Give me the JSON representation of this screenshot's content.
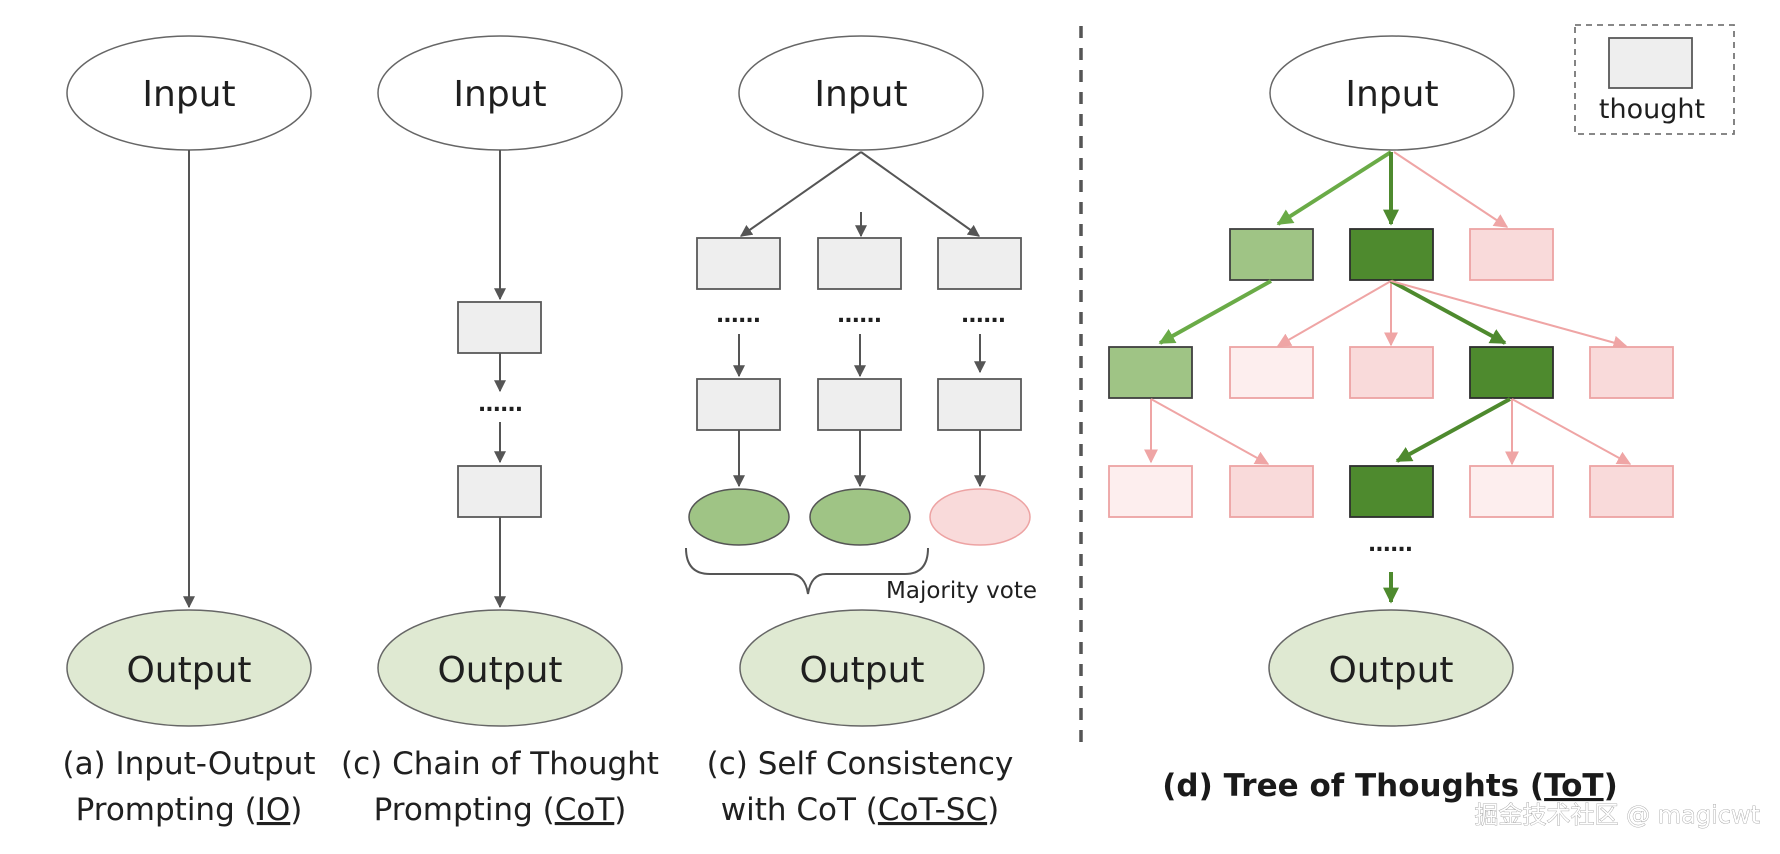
{
  "labels": {
    "input": "Input",
    "output": "Output",
    "dots": "......",
    "majority_vote": "Majority vote",
    "legend_thought": "thought",
    "watermark": "掘金技术社区 @ magicwt"
  },
  "captions": {
    "io": {
      "line1": "(a) Input-Output",
      "line2_prefix": "Prompting (",
      "line2_link": "IO",
      "line2_suffix": ")"
    },
    "cot": {
      "line1": "(c) Chain of Thought",
      "line2_prefix": "Prompting (",
      "line2_link": "CoT",
      "line2_suffix": ")"
    },
    "cotsc": {
      "line1": "(c) Self Consistency",
      "line2_prefix": "with CoT (",
      "line2_link": "CoT-SC",
      "line2_suffix": ")"
    },
    "tot": {
      "prefix": "(d) Tree of Thoughts (",
      "link": "ToT",
      "suffix": ")"
    }
  },
  "colors": {
    "thought_fill": "#eeeeee",
    "thought_stroke": "#595959",
    "input_fill": "#ffffff",
    "output_fill": "#dfe9d2",
    "good_light": "#9fc485",
    "good_dark": "#4e8a2e",
    "bad_fill": "#f9dada",
    "bad_fill_light": "#fdeeee",
    "bad_stroke": "#eda3a3",
    "edge_gray": "#555555",
    "edge_green": "#6aab47",
    "edge_pink": "#efa5a5",
    "divider": "#555555"
  }
}
